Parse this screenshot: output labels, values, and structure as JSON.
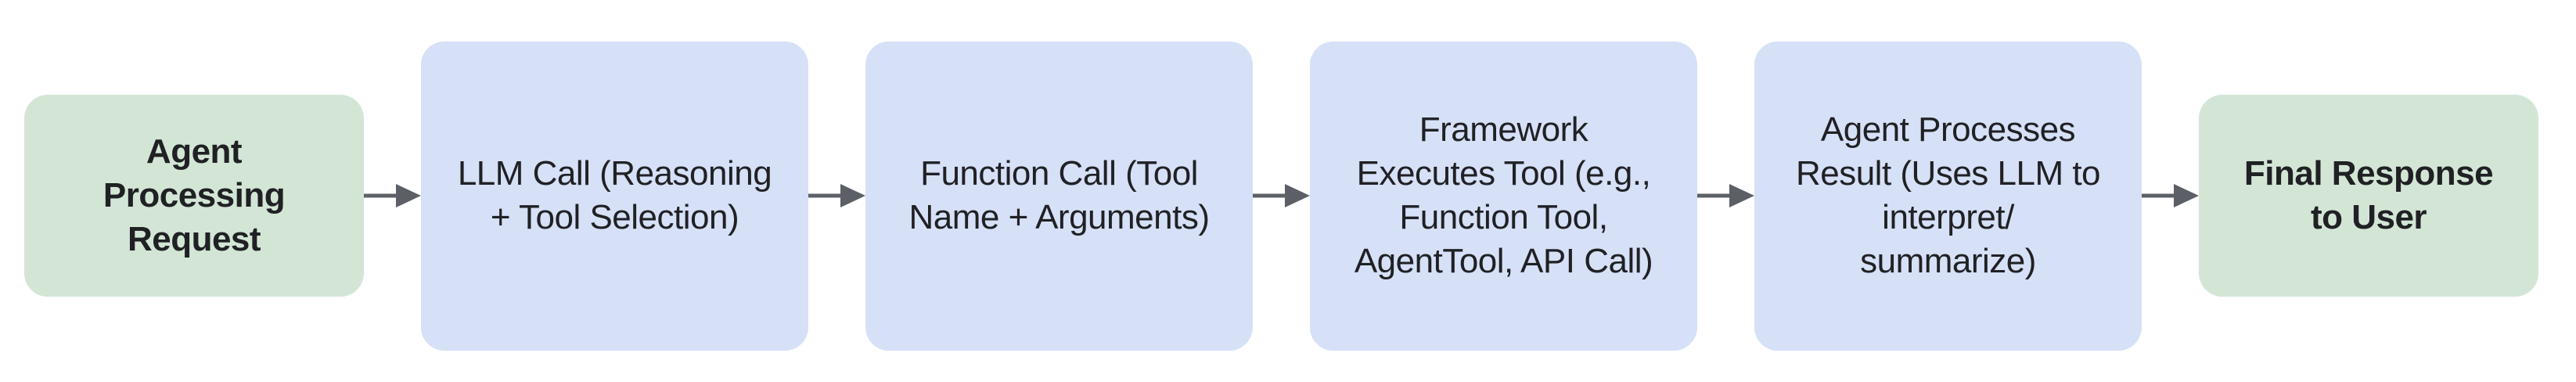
{
  "diagram": {
    "type": "flowchart",
    "direction": "left-to-right",
    "nodes": [
      {
        "id": "agent-processing-request",
        "type": "terminal",
        "label": "Agent\nProcessing\nRequest"
      },
      {
        "id": "llm-call",
        "type": "process",
        "label": "LLM Call (Reasoning\n+ Tool Selection)"
      },
      {
        "id": "function-call",
        "type": "process",
        "label": "Function Call (Tool\nName + Arguments)"
      },
      {
        "id": "framework-executes-tool",
        "type": "process",
        "label": "Framework\nExecutes Tool (e.g.,\nFunction Tool,\nAgentTool, API Call)"
      },
      {
        "id": "agent-processes-result",
        "type": "process",
        "label": "Agent Processes\nResult (Uses LLM to\ninterpret/\nsummarize)"
      },
      {
        "id": "final-response-to-user",
        "type": "terminal",
        "label": "Final Response\nto User"
      }
    ],
    "connectors": [
      {
        "from": "agent-processing-request",
        "to": "llm-call",
        "style": "arrow-right"
      },
      {
        "from": "llm-call",
        "to": "function-call",
        "style": "arrow-right"
      },
      {
        "from": "function-call",
        "to": "framework-executes-tool",
        "style": "arrow-right"
      },
      {
        "from": "framework-executes-tool",
        "to": "agent-processes-result",
        "style": "arrow-right"
      },
      {
        "from": "agent-processes-result",
        "to": "final-response-to-user",
        "style": "arrow-right"
      }
    ],
    "colors": {
      "terminal_fill": "#d3e6d6",
      "process_fill": "#d6e0f7",
      "arrow": "#5c6066",
      "text": "#202124",
      "background": "#ffffff"
    }
  }
}
